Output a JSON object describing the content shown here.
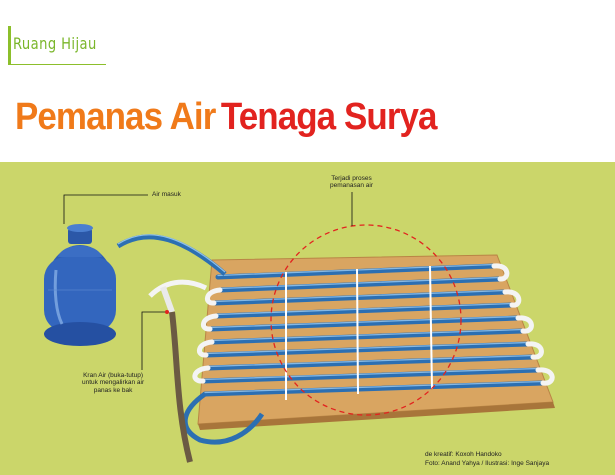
{
  "section": {
    "label": "Ruang Hijau"
  },
  "title": {
    "part1": "Pemanas Air",
    "part2": "Tenaga Surya"
  },
  "annotations": {
    "air_masuk": "Air masuk",
    "proses_1": "Terjadi proses",
    "proses_2": "pemanasan air",
    "kran_1": "Kran Air (buka-tutup)",
    "kran_2": "untuk mengalirkan air",
    "kran_3": "panas ke bak"
  },
  "credits": {
    "line1": "de kreatif: Koxoh Handoko",
    "line2": "Foto: Anand Yahya / Ilustrasi: Inge Sanjaya"
  },
  "colors": {
    "accent_green": "#8cbf2b",
    "title_orange": "#f07a1a",
    "title_red": "#e2231f",
    "background_green": "#cbd66a"
  }
}
